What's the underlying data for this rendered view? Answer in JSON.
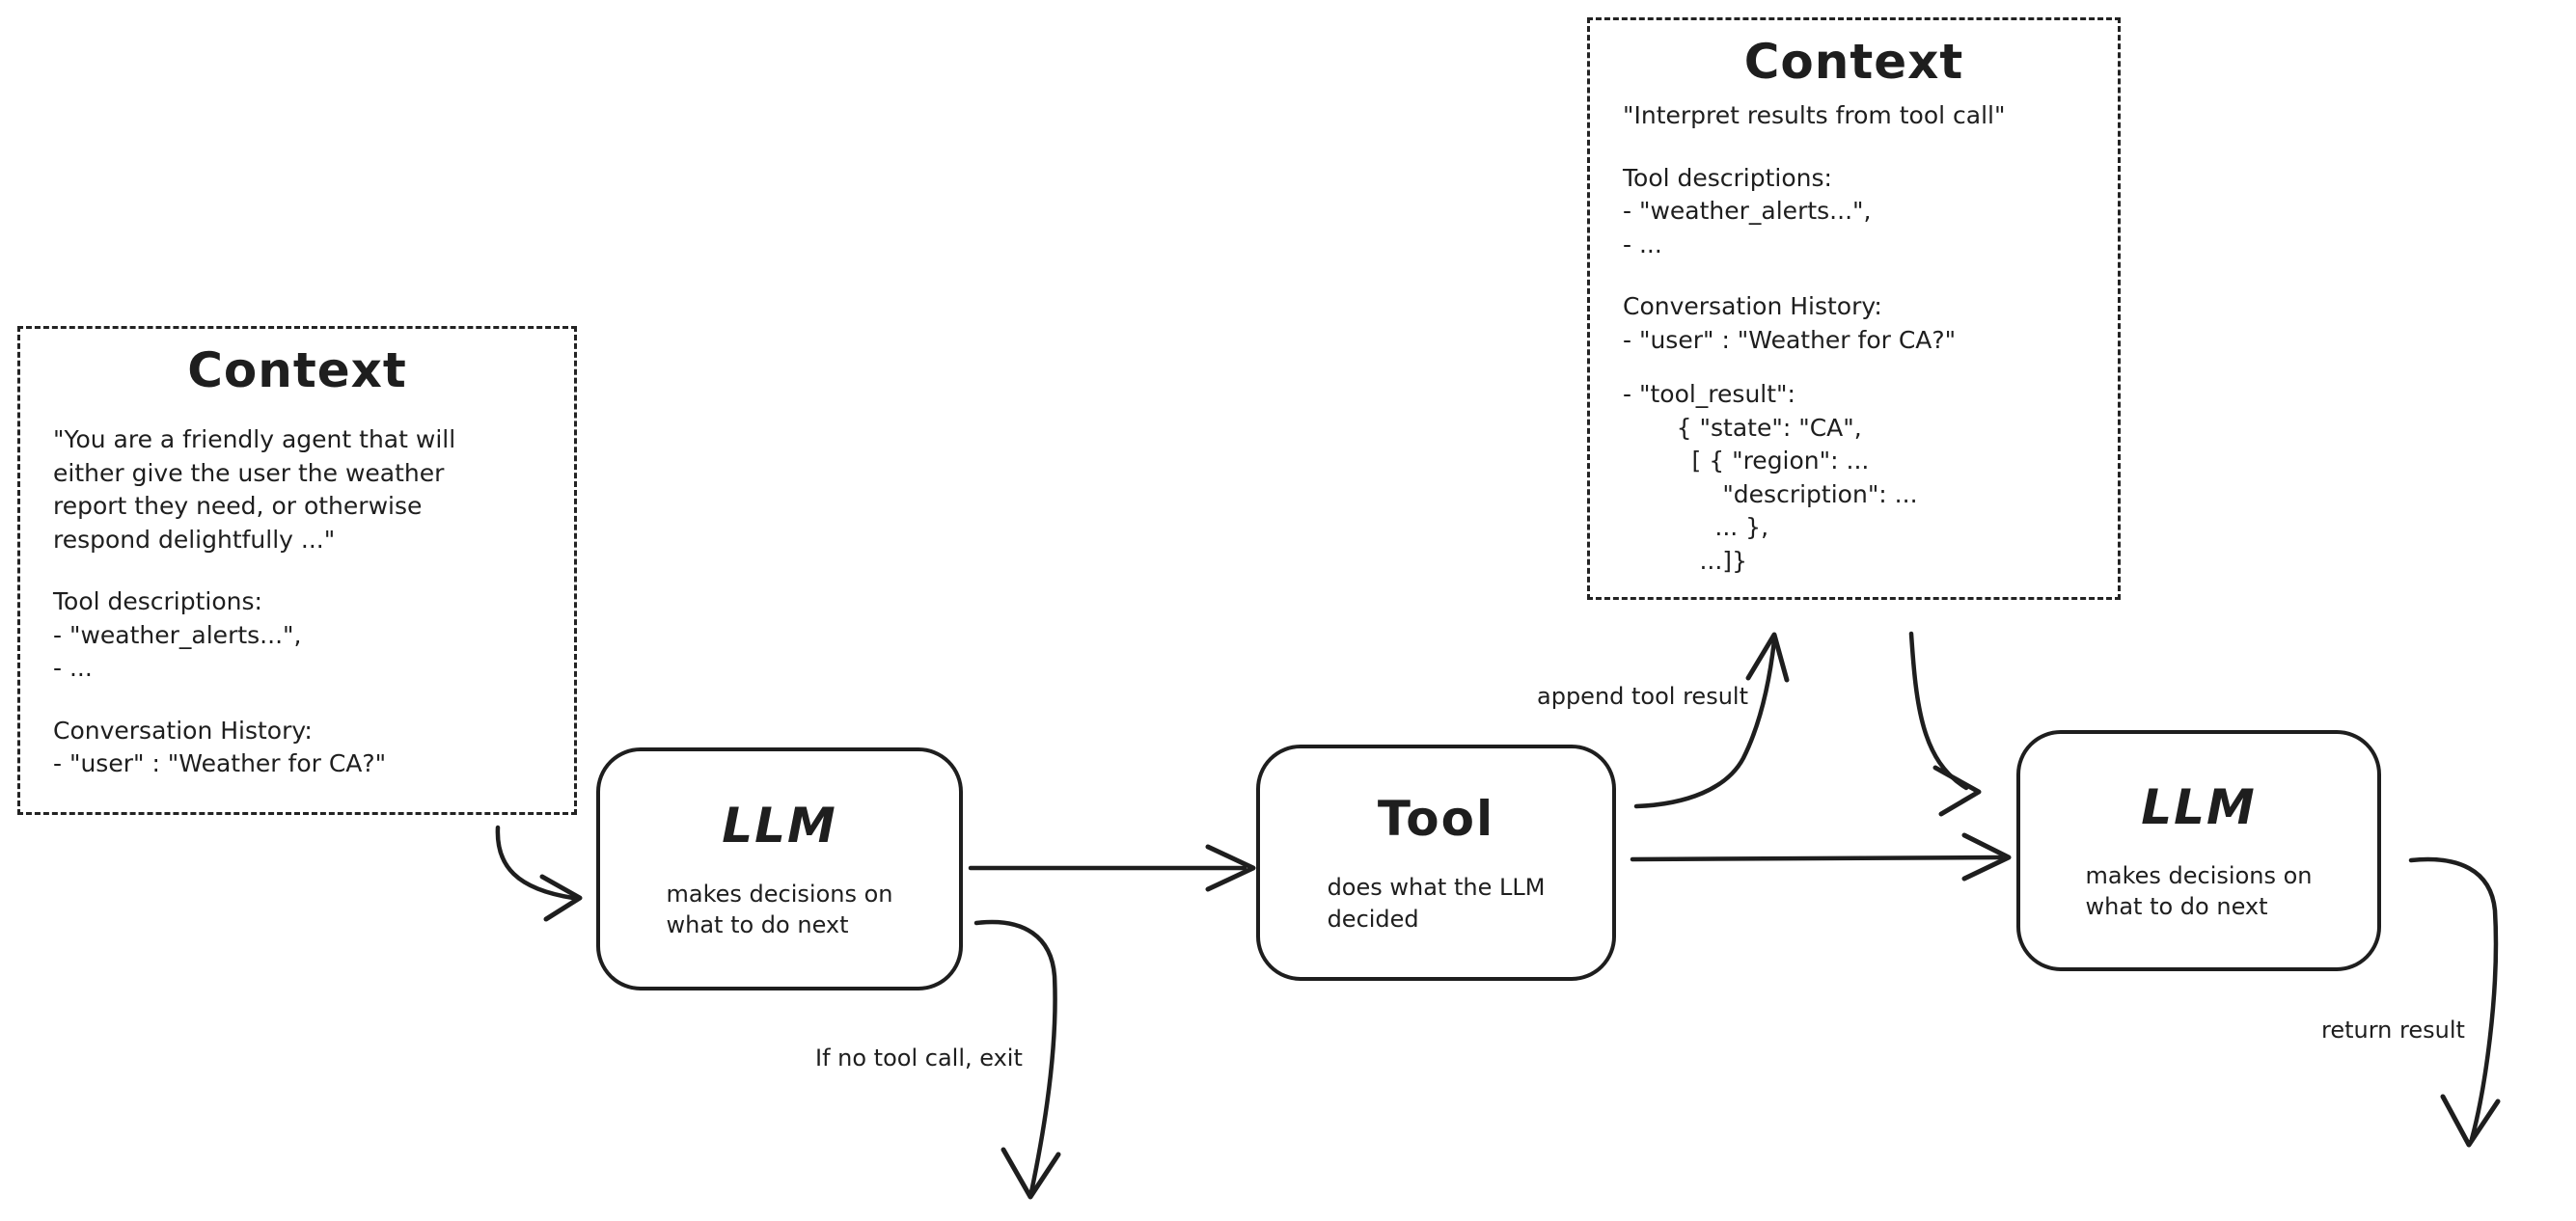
{
  "diagram": {
    "context_initial": {
      "title": "Context",
      "system_prompt": "\"You are a friendly agent that will\neither give the user the weather\nreport they need, or otherwise\nrespond delightfully ...\"",
      "tool_descriptions": "Tool descriptions:\n- \"weather_alerts...\",\n- ...",
      "conversation_history": "Conversation History:\n- \"user\" : \"Weather for CA?\""
    },
    "context_updated": {
      "title": "Context",
      "system_prompt": "\"Interpret results from tool call\"",
      "tool_descriptions": "Tool descriptions:\n- \"weather_alerts...\",\n- ...",
      "conversation_history": "Conversation History:\n- \"user\" : \"Weather for CA?\"",
      "tool_result": "- \"tool_result\":\n       { \"state\": \"CA\",\n         [ { \"region\": ...\n             \"description\": ...\n            ... },\n          ...]}"
    },
    "node_llm_1": {
      "title": "LLM",
      "subtitle": "makes decisions on\nwhat to do next"
    },
    "node_tool": {
      "title": "Tool",
      "subtitle": "does what the LLM\ndecided"
    },
    "node_llm_2": {
      "title": "LLM",
      "subtitle": "makes decisions on\nwhat to do next"
    },
    "edge_labels": {
      "append_tool_result": "append tool result",
      "no_tool_call_exit": "If no tool call, exit",
      "return_result": "return result"
    },
    "colors": {
      "ink": "#1e1e1e",
      "background": "#ffffff"
    }
  }
}
